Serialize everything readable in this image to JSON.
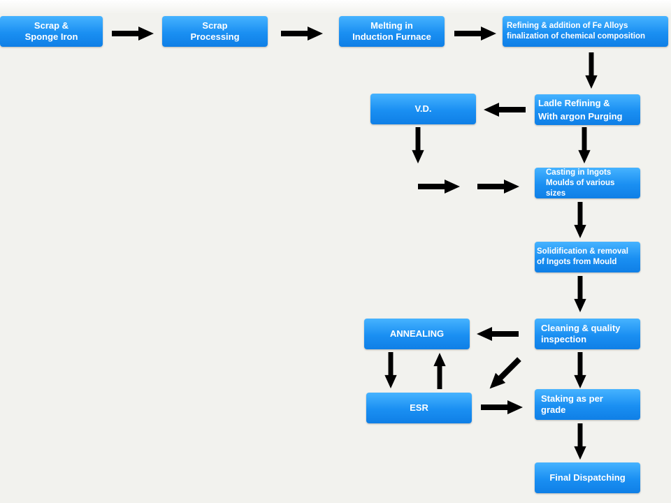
{
  "steps": {
    "scrap_sponge": [
      "Scrap &",
      "Sponge Iron"
    ],
    "scrap_processing": [
      "Scrap",
      "Processing"
    ],
    "melting": [
      "Melting in",
      "Induction Furnace"
    ],
    "refining": [
      "Refining & addition of Fe Alloys",
      "finalization of chemical composition"
    ],
    "ladle": [
      "Ladle Refining &",
      "With argon Purging"
    ],
    "vd": [
      "V.D."
    ],
    "casting": [
      "Casting in Ingots",
      "Moulds of various",
      "sizes"
    ],
    "solidification": [
      "Solidification & removal",
      "of Ingots from Mould"
    ],
    "cleaning": [
      "Cleaning & quality",
      "inspection"
    ],
    "annealing": [
      "ANNEALING"
    ],
    "esr": [
      "ESR"
    ],
    "staking": [
      "Staking as per",
      "grade"
    ],
    "dispatch": [
      "Final Dispatching"
    ]
  }
}
